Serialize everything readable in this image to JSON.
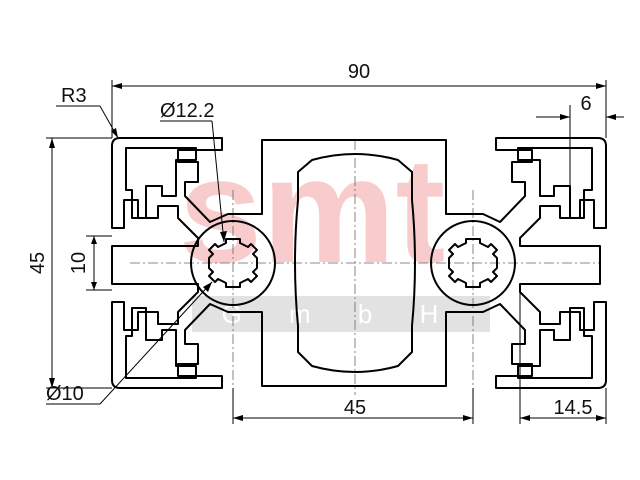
{
  "drawing": {
    "watermark": {
      "brand": "smt",
      "subline": "G m b H",
      "brand_color": "#f2a6a6",
      "band_color": "#d4d4d4"
    },
    "dimensions": {
      "overall_width": "90",
      "height": "45",
      "slot_width": "10",
      "bore_diameter": "Ø12.2",
      "corner_radius": "R3",
      "core_diameter": "Ø10",
      "groove_depth": "6",
      "core_pitch": "45",
      "edge_to_slot": "14.5"
    },
    "colors": {
      "line": "#000000",
      "centerline": "#666666",
      "text": "#111111"
    }
  }
}
